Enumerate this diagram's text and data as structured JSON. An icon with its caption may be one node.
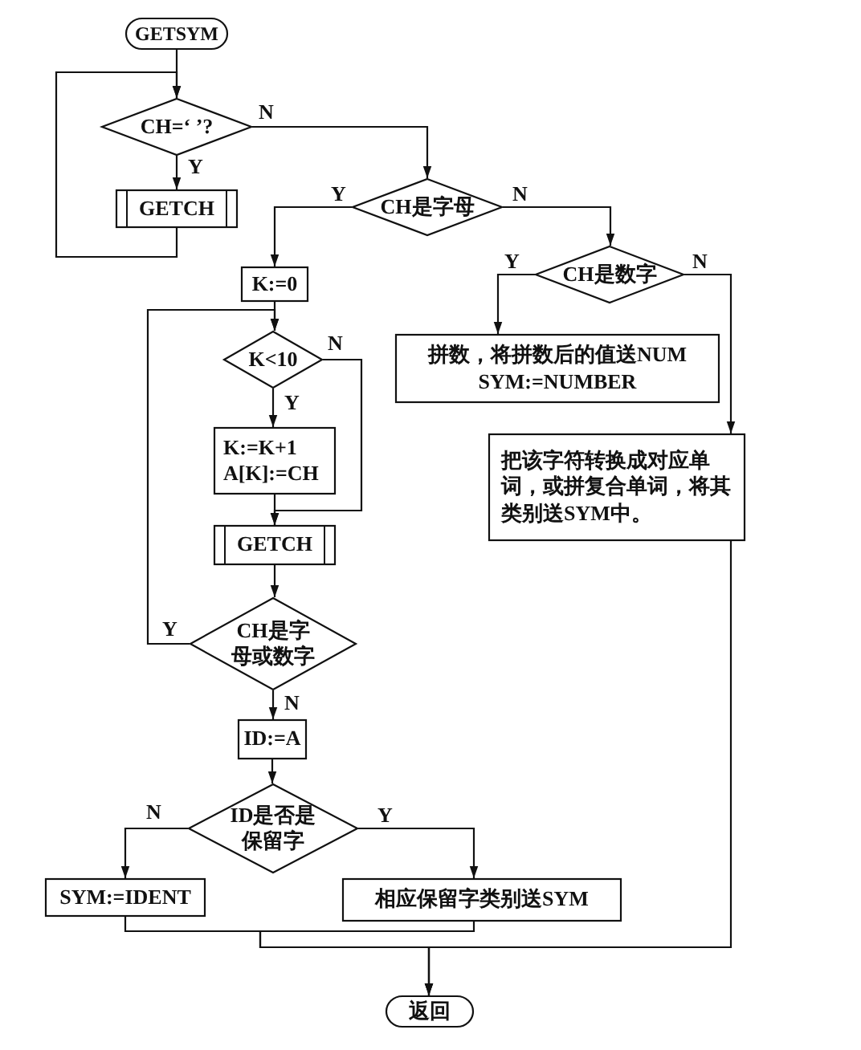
{
  "diagram": {
    "nodes": [
      {
        "text": [
          "GETSYM"
        ]
      },
      {
        "text": [
          "CH=‘ ’?"
        ]
      },
      {
        "text": [
          "GETCH"
        ]
      },
      {
        "text": [
          "CH是字母"
        ]
      },
      {
        "text": [
          "K:=0"
        ]
      },
      {
        "text": [
          "CH是数字"
        ]
      },
      {
        "text": [
          "K<10"
        ]
      },
      {
        "text": [
          "拼数，将拼数后的值送NUM",
          "SYM:=NUMBER"
        ]
      },
      {
        "text": [
          "K:=K+1",
          "A[K]:=CH"
        ]
      },
      {
        "text": [
          "把该字符转换成对应单词，或拼复合单词，将其类别送SYM中。"
        ]
      },
      {
        "text": [
          "GETCH"
        ]
      },
      {
        "text": [
          "CH是字母或数字"
        ]
      },
      {
        "text": [
          "ID:=A"
        ]
      },
      {
        "text": [
          "ID是否是保留字"
        ]
      },
      {
        "text": [
          "SYM:=IDENT"
        ]
      },
      {
        "text": [
          "相应保留字类别送SYM"
        ]
      },
      {
        "text": [
          "返回"
        ]
      }
    ],
    "edges": [
      {
        "from": 0,
        "to": 1,
        "arrow": "to"
      },
      {
        "from": 1,
        "to": 2,
        "arrow": "to",
        "label": "Y"
      },
      {
        "from": 2,
        "to": 1,
        "arrow": "to"
      },
      {
        "from": 1,
        "to": 3,
        "arrow": "to",
        "label": "N"
      },
      {
        "from": 3,
        "to": 4,
        "arrow": "to",
        "label": "Y"
      },
      {
        "from": 3,
        "to": 5,
        "arrow": "to",
        "label": "N"
      },
      {
        "from": 5,
        "to": 7,
        "arrow": "to",
        "label": "Y"
      },
      {
        "from": 5,
        "to": 9,
        "arrow": "to",
        "label": "N"
      },
      {
        "from": 4,
        "to": 6,
        "arrow": "to"
      },
      {
        "from": 6,
        "to": 8,
        "arrow": "to",
        "label": "Y"
      },
      {
        "from": 6,
        "to": 10,
        "arrow": "to",
        "label": "N"
      },
      {
        "from": 8,
        "to": 10,
        "arrow": "to"
      },
      {
        "from": 10,
        "to": 11,
        "arrow": "to"
      },
      {
        "from": 11,
        "to": 6,
        "arrow": "to",
        "label": "Y"
      },
      {
        "from": 11,
        "to": 12,
        "arrow": "to",
        "label": "N"
      },
      {
        "from": 12,
        "to": 13,
        "arrow": "to"
      },
      {
        "from": 13,
        "to": 14,
        "arrow": "to",
        "label": "N"
      },
      {
        "from": 13,
        "to": 15,
        "arrow": "to",
        "label": "Y"
      },
      {
        "from": 14,
        "to": 16,
        "arrow": "to"
      },
      {
        "from": 15,
        "to": 16,
        "arrow": "to"
      },
      {
        "from": 9,
        "to": 16,
        "arrow": "to"
      }
    ]
  }
}
